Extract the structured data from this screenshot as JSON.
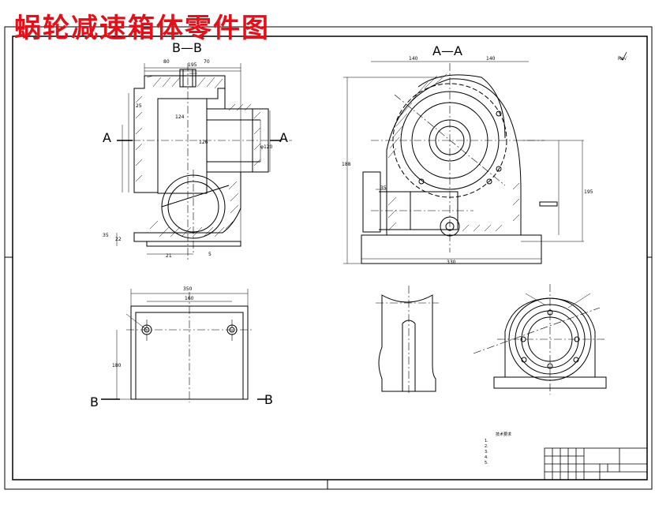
{
  "title": "蜗轮减速箱体零件图",
  "section_labels": {
    "bb_top": "B—B",
    "aa_top": "A—A",
    "a_left": "A",
    "a_right": "A",
    "b_left": "B",
    "b_right": "B"
  },
  "dimensions": {
    "d_195": "195",
    "d_80": "80",
    "d_70": "70",
    "d_25": "25",
    "d_124": "124",
    "d_126": "126",
    "d_35": "35",
    "d_21": "21",
    "d_5": "5",
    "d_22": "22",
    "d_120": "φ120",
    "d_140": "140",
    "d_140b": "140",
    "d_330": "330",
    "d_188": "188",
    "d_195r": "195",
    "d_350": "350",
    "d_160": "160",
    "d_35b": "35",
    "d_180": "180"
  },
  "notes": {
    "heading": "技术要求",
    "lines": [
      "1.",
      "2.",
      "3.",
      "4.",
      "5."
    ]
  },
  "surface_mark": "Ra√",
  "colors": {
    "title": "#e3101a",
    "line": "#000000"
  }
}
